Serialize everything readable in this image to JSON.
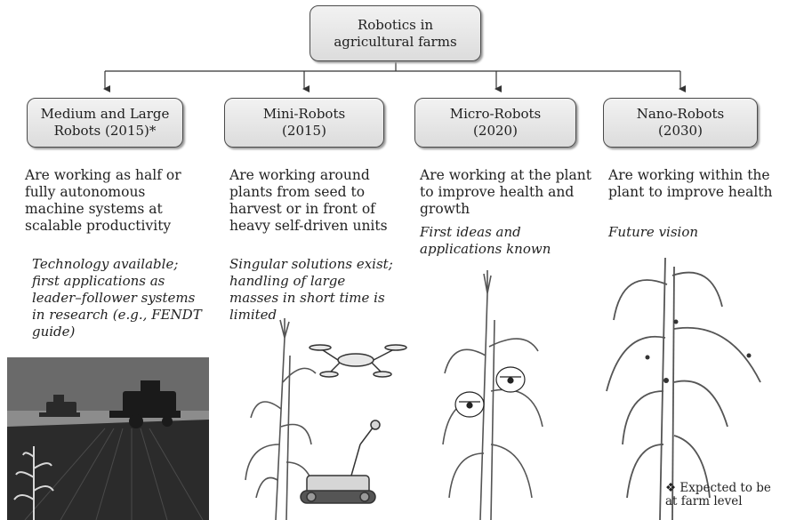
{
  "root": {
    "label": "Robotics in\nagricultural farms"
  },
  "columns": [
    {
      "title": "Medium and Large\nRobots (2015)*",
      "description": "Are working as half or\nfully autonomous\nmachine systems at\nscalable productivity",
      "note": "Technology available;\nfirst applications as\nleader–follower systems\nin research (e.g., FENDT\nguide)"
    },
    {
      "title": "Mini-Robots\n(2015)",
      "description": "Are working around\nplants from seed to\nharvest or in front of\nheavy self-driven units",
      "note": "Singular solutions exist;\nhandling of large\nmasses in short time is\nlimited"
    },
    {
      "title": "Micro-Robots\n(2020)",
      "description": "Are working at the plant\nto improve health and\ngrowth",
      "note": "First ideas and\napplications known"
    },
    {
      "title": "Nano-Robots\n(2030)",
      "description": "Are working within the\nplant to improve health",
      "note": "Future vision"
    }
  ],
  "footnote": "❖ Expected to be\nat farm level",
  "colors": {
    "box_border": "#4a4a4a",
    "box_fill": "#e6e6e6",
    "line": "#333333"
  }
}
